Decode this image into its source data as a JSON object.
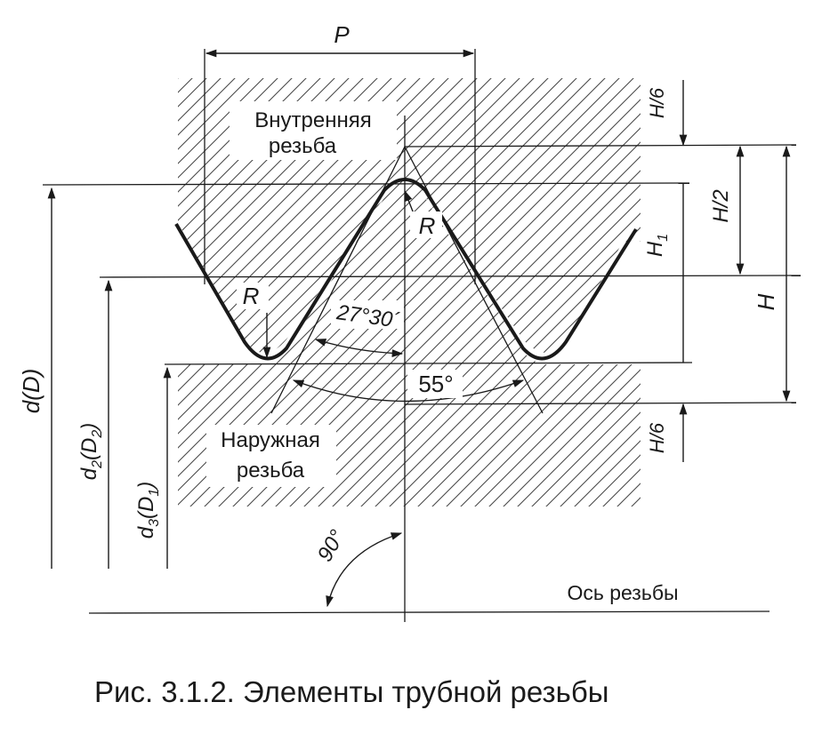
{
  "labels": {
    "pitch": "P",
    "internal_thread_line1": "Внутренняя",
    "internal_thread_line2": "резьба",
    "external_thread_line1": "Наружная",
    "external_thread_line2": "резьба",
    "radius_top": "R",
    "radius_left": "R",
    "half_angle": "27°30´",
    "full_angle": "55°",
    "right_angle": "90°",
    "axis": "Ось резьбы",
    "h6_top": "H/6",
    "h6_bottom": "H/6",
    "h_half": "H/2",
    "h_full": "H",
    "h1_main": "H",
    "h1_sub": "1",
    "d_main": "d(D)",
    "d2_a": "d",
    "d2_sub": "2",
    "d2_b": "(D",
    "d2_sub2": "2",
    "d2_c": ")",
    "d3_a": "d",
    "d3_sub": "3",
    "d3_b": "(D",
    "d3_sub2": "1",
    "d3_c": ")"
  },
  "caption": "Рис. 3.1.2. Элементы трубной резьбы",
  "colors": {
    "ink": "#1a1a1a",
    "hatch": "#4a4a4a",
    "background": "#ffffff"
  }
}
